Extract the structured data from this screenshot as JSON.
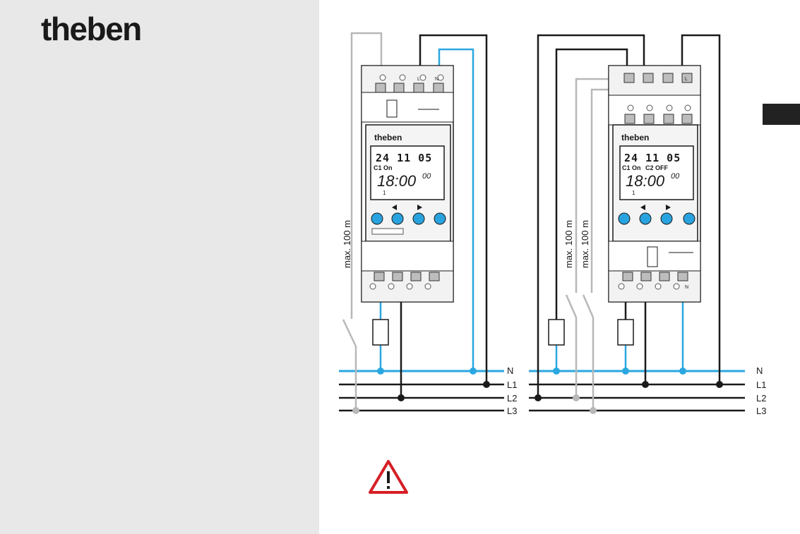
{
  "brand": {
    "logo_text": "theben"
  },
  "colors": {
    "neutral_wire": "#2aa7e0",
    "phase_wire": "#1a1a1a",
    "control_wire": "#b8b8b8",
    "button": "#29a3df",
    "warning": "#d61f26",
    "panel_bg": "#e8e8e8"
  },
  "device_left": {
    "brand": "theben",
    "display_line1": "24 11 05",
    "display_channel": "C1 On",
    "display_time": "18:00",
    "display_seconds": "00",
    "display_day": "1",
    "top_terminal_labels": [
      "L",
      "N"
    ],
    "distance_label": "max. 100 m"
  },
  "device_right": {
    "brand": "theben",
    "display_line1": "24 11 05",
    "display_channel": "C1 On",
    "display_channel2": "C2 OFF",
    "display_time": "18:00",
    "display_seconds": "00",
    "display_day": "1",
    "top_terminal_labels": [
      "L"
    ],
    "bottom_terminal_labels": [
      "N"
    ],
    "distance_label_1": "max. 100 m",
    "distance_label_2": "max. 100 m"
  },
  "bus_labels": {
    "n": "N",
    "l1": "L1",
    "l2": "L2",
    "l3": "L3"
  },
  "warning_icon": "warning-triangle-icon"
}
